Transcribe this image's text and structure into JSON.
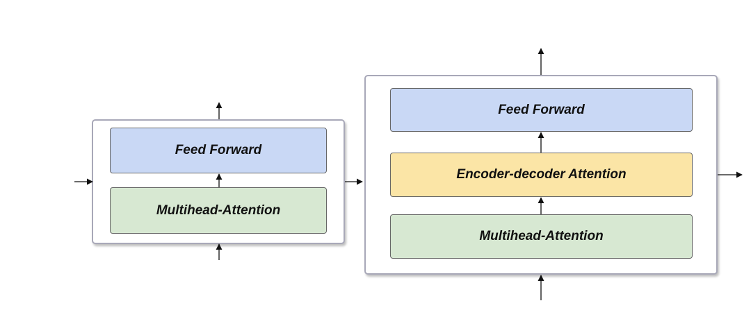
{
  "encoder": {
    "feed_forward_label": "Feed Forward",
    "attention_label": "Multihead-Attention"
  },
  "decoder": {
    "feed_forward_label": "Feed Forward",
    "cross_attention_label": "Encoder-decoder Attention",
    "attention_label": "Multihead-Attention"
  },
  "colors": {
    "feed_forward": "#c9d8f5",
    "multihead_attention": "#d7e8d2",
    "encoder_decoder_attention": "#fbe5a6",
    "block_border": "#a8a8b8"
  }
}
